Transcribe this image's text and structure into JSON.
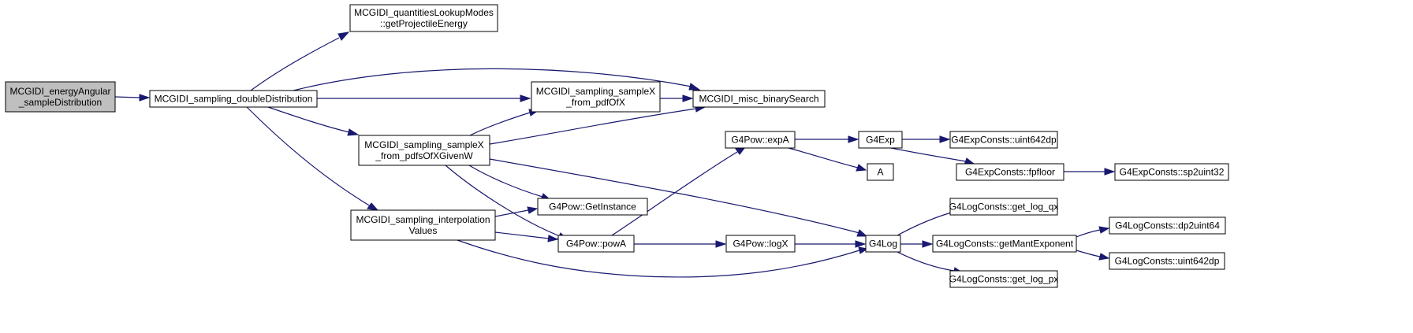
{
  "diagram": {
    "edge_color": "#191970",
    "root_fill": "#bfbfbf",
    "node_fill": "#ffffff",
    "nodes": [
      {
        "id": "root",
        "lines": [
          "MCGIDI_energyAngular",
          "_sampleDistribution"
        ],
        "root": true
      },
      {
        "id": "doubleDistribution",
        "lines": [
          "MCGIDI_sampling_doubleDistribution"
        ]
      },
      {
        "id": "quantitiesLookup",
        "lines": [
          "MCGIDI_quantitiesLookupModes",
          "::getProjectileEnergy"
        ]
      },
      {
        "id": "sampleX_pdfOfX",
        "lines": [
          "MCGIDI_sampling_sampleX",
          "_from_pdfOfX"
        ]
      },
      {
        "id": "binarySearch",
        "lines": [
          "MCGIDI_misc_binarySearch"
        ]
      },
      {
        "id": "sampleX_pdfsOfX",
        "lines": [
          "MCGIDI_sampling_sampleX",
          "_from_pdfsOfXGivenW"
        ]
      },
      {
        "id": "interpolation",
        "lines": [
          "MCGIDI_sampling_interpolation",
          "Values"
        ]
      },
      {
        "id": "getInstance",
        "lines": [
          "G4Pow::GetInstance"
        ]
      },
      {
        "id": "powA",
        "lines": [
          "G4Pow::powA"
        ]
      },
      {
        "id": "expA",
        "lines": [
          "G4Pow::expA"
        ]
      },
      {
        "id": "logX",
        "lines": [
          "G4Pow::logX"
        ]
      },
      {
        "id": "g4exp",
        "lines": [
          "G4Exp"
        ]
      },
      {
        "id": "A",
        "lines": [
          "A"
        ]
      },
      {
        "id": "g4log",
        "lines": [
          "G4Log"
        ]
      },
      {
        "id": "expUint642dp",
        "lines": [
          "G4ExpConsts::uint642dp"
        ]
      },
      {
        "id": "fpfloor",
        "lines": [
          "G4ExpConsts::fpfloor"
        ]
      },
      {
        "id": "sp2uint32",
        "lines": [
          "G4ExpConsts::sp2uint32"
        ]
      },
      {
        "id": "getLogQx",
        "lines": [
          "G4LogConsts::get_log_qx"
        ]
      },
      {
        "id": "getMantExponent",
        "lines": [
          "G4LogConsts::getMantExponent"
        ]
      },
      {
        "id": "getLogPx",
        "lines": [
          "G4LogConsts::get_log_px"
        ]
      },
      {
        "id": "dp2uint64",
        "lines": [
          "G4LogConsts::dp2uint64"
        ]
      },
      {
        "id": "logUint642dp",
        "lines": [
          "G4LogConsts::uint642dp"
        ]
      }
    ],
    "edges": [
      {
        "from": "root",
        "to": "doubleDistribution"
      },
      {
        "from": "doubleDistribution",
        "to": "quantitiesLookup"
      },
      {
        "from": "doubleDistribution",
        "to": "binarySearch"
      },
      {
        "from": "doubleDistribution",
        "to": "sampleX_pdfOfX"
      },
      {
        "from": "doubleDistribution",
        "to": "sampleX_pdfsOfX"
      },
      {
        "from": "doubleDistribution",
        "to": "interpolation"
      },
      {
        "from": "sampleX_pdfOfX",
        "to": "binarySearch"
      },
      {
        "from": "sampleX_pdfsOfX",
        "to": "sampleX_pdfOfX"
      },
      {
        "from": "sampleX_pdfsOfX",
        "to": "binarySearch"
      },
      {
        "from": "sampleX_pdfsOfX",
        "to": "getInstance"
      },
      {
        "from": "sampleX_pdfsOfX",
        "to": "powA"
      },
      {
        "from": "sampleX_pdfsOfX",
        "to": "g4log"
      },
      {
        "from": "interpolation",
        "to": "getInstance"
      },
      {
        "from": "interpolation",
        "to": "powA"
      },
      {
        "from": "interpolation",
        "to": "g4log"
      },
      {
        "from": "powA",
        "to": "expA"
      },
      {
        "from": "powA",
        "to": "logX"
      },
      {
        "from": "expA",
        "to": "g4exp"
      },
      {
        "from": "expA",
        "to": "A"
      },
      {
        "from": "logX",
        "to": "g4log"
      },
      {
        "from": "g4exp",
        "to": "expUint642dp"
      },
      {
        "from": "g4exp",
        "to": "fpfloor"
      },
      {
        "from": "fpfloor",
        "to": "sp2uint32"
      },
      {
        "from": "g4log",
        "to": "getLogQx"
      },
      {
        "from": "g4log",
        "to": "getMantExponent"
      },
      {
        "from": "g4log",
        "to": "getLogPx"
      },
      {
        "from": "getMantExponent",
        "to": "dp2uint64"
      },
      {
        "from": "getMantExponent",
        "to": "logUint642dp"
      }
    ]
  }
}
